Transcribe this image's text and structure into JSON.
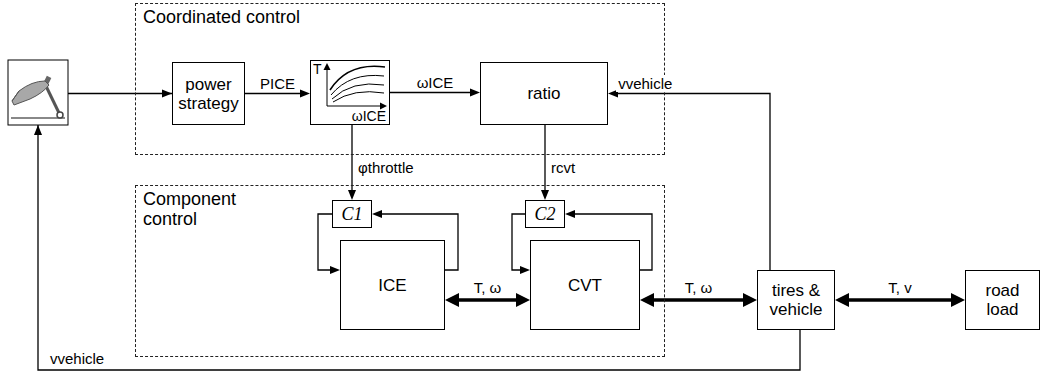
{
  "diagram": {
    "nodes": [
      {
        "text": [
          "Coordinated control"
        ]
      },
      {
        "text": [
          "power strategy"
        ],
        "in": 0
      },
      {
        "text": [
          "T",
          "ωICE"
        ],
        "in": 0
      },
      {
        "text": [
          "ratio"
        ],
        "in": 0
      },
      {
        "text": [
          "Component control"
        ]
      },
      {
        "text": [
          "C1"
        ],
        "in": 4
      },
      {
        "text": [
          "ICE"
        ],
        "in": 4
      },
      {
        "text": [
          "C2"
        ],
        "in": 4
      },
      {
        "text": [
          "CVT"
        ],
        "in": 4
      },
      {
        "text": [
          "tires & vehicle"
        ]
      },
      {
        "text": [
          "road load"
        ]
      }
    ],
    "edges": [
      {
        "from": 1,
        "to": 2,
        "arrow": "to",
        "label": "PICE"
      },
      {
        "from": 2,
        "to": 3,
        "arrow": "to",
        "label": "ωICE"
      },
      {
        "from": 2,
        "to": 5,
        "arrow": "to",
        "label": "φthrottle"
      },
      {
        "from": 3,
        "to": 7,
        "arrow": "to",
        "label": "rcvt"
      },
      {
        "from": 5,
        "to": 6,
        "arrow": "to"
      },
      {
        "from": 6,
        "to": 5,
        "arrow": "to"
      },
      {
        "from": 7,
        "to": 8,
        "arrow": "to"
      },
      {
        "from": 8,
        "to": 7,
        "arrow": "to"
      },
      {
        "from": 6,
        "to": 8,
        "arrow": "both",
        "label": "T, ω"
      },
      {
        "from": 8,
        "to": 9,
        "arrow": "both",
        "label": "T, ω"
      },
      {
        "from": 9,
        "to": 10,
        "arrow": "both",
        "label": "T, v"
      },
      {
        "from": 9,
        "to": 3,
        "arrow": "to",
        "label": "vvehicle"
      }
    ],
    "labels": [
      "vvehicle"
    ]
  }
}
